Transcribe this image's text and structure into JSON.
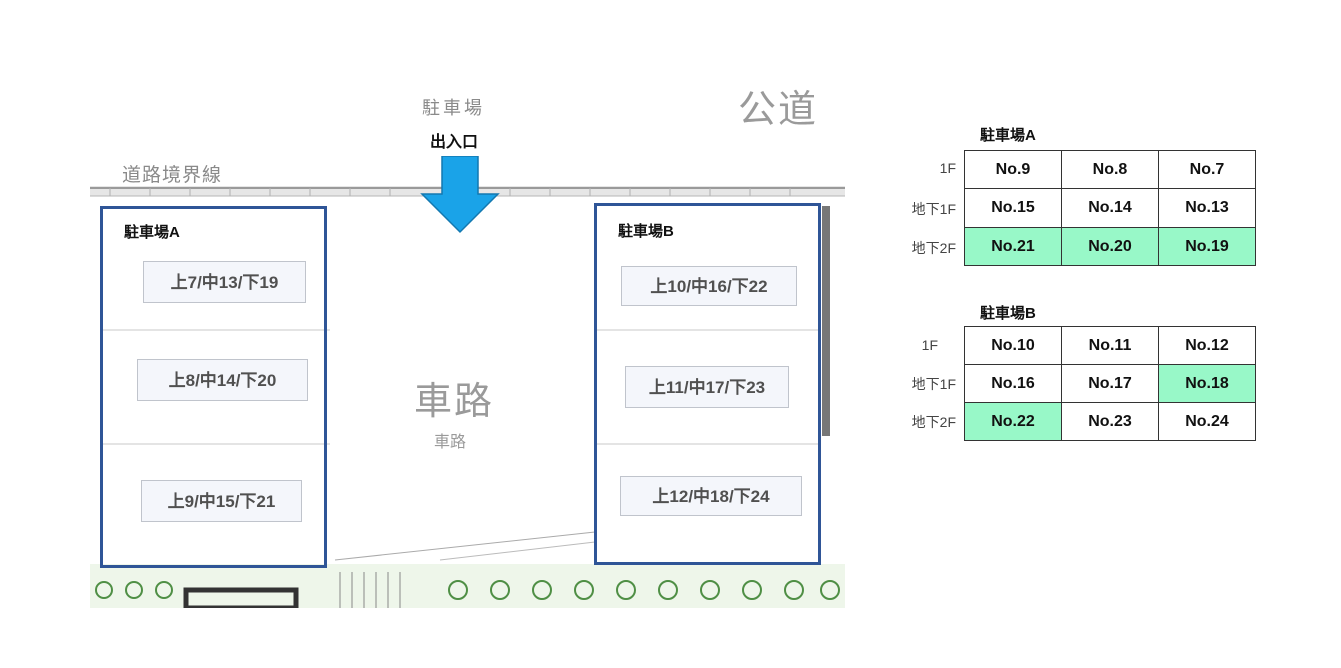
{
  "map": {
    "road_label": "公道",
    "lot_label": "駐車場",
    "boundary_label": "道路境界線",
    "entrance_label": "出入口",
    "driveway_label": "車路",
    "driveway_sub": "車路",
    "arrow_color": "#1aa3e8",
    "frame_color": "#2f5597"
  },
  "lots": [
    {
      "title": "駐車場A",
      "slots": [
        "上7/中13/下19",
        "上8/中14/下20",
        "上9/中15/下21"
      ]
    },
    {
      "title": "駐車場B",
      "slots": [
        "上10/中16/下22",
        "上11/中17/下23",
        "上12/中18/下24"
      ]
    }
  ],
  "tables": [
    {
      "title": "駐車場A",
      "rows": [
        {
          "floor": "1F",
          "cells": [
            {
              "v": "No.9",
              "hl": false
            },
            {
              "v": "No.8",
              "hl": false
            },
            {
              "v": "No.7",
              "hl": false
            }
          ]
        },
        {
          "floor": "地下1F",
          "cells": [
            {
              "v": "No.15",
              "hl": false
            },
            {
              "v": "No.14",
              "hl": false
            },
            {
              "v": "No.13",
              "hl": false
            }
          ]
        },
        {
          "floor": "地下2F",
          "cells": [
            {
              "v": "No.21",
              "hl": true
            },
            {
              "v": "No.20",
              "hl": true
            },
            {
              "v": "No.19",
              "hl": true
            }
          ]
        }
      ]
    },
    {
      "title": "駐車場B",
      "rows": [
        {
          "floor": "1F",
          "cells": [
            {
              "v": "No.10",
              "hl": false
            },
            {
              "v": "No.11",
              "hl": false
            },
            {
              "v": "No.12",
              "hl": false
            }
          ]
        },
        {
          "floor": "地下1F",
          "cells": [
            {
              "v": "No.16",
              "hl": false
            },
            {
              "v": "No.17",
              "hl": false
            },
            {
              "v": "No.18",
              "hl": true
            }
          ]
        },
        {
          "floor": "地下2F",
          "cells": [
            {
              "v": "No.22",
              "hl": true
            },
            {
              "v": "No.23",
              "hl": false
            },
            {
              "v": "No.24",
              "hl": false
            }
          ]
        }
      ]
    }
  ],
  "highlight_color": "#98f8c8"
}
